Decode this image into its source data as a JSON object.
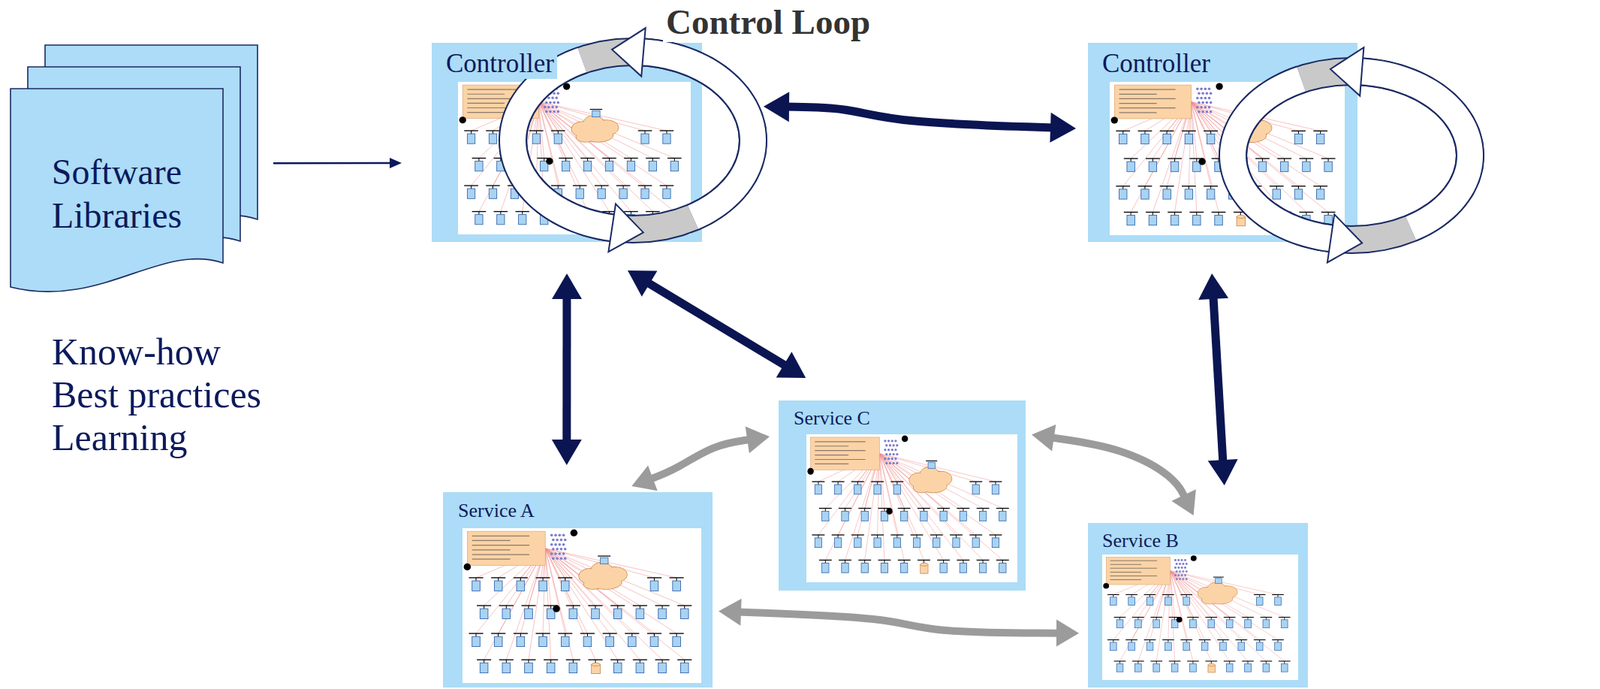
{
  "diagram": {
    "nodes": [
      {
        "text": [
          "Software Libraries"
        ]
      },
      {
        "text": [
          "Controller"
        ]
      },
      {
        "text": [
          "Controller"
        ]
      },
      {
        "text": [
          "Service C"
        ]
      },
      {
        "text": [
          "Service A"
        ]
      },
      {
        "text": [
          "Service B"
        ]
      }
    ],
    "edges": [
      {
        "from": 0,
        "to": 1,
        "arrow": "to"
      },
      {
        "from": 1,
        "to": 2,
        "arrow": "both"
      },
      {
        "from": 1,
        "to": 4,
        "arrow": "both"
      },
      {
        "from": 1,
        "to": 3,
        "arrow": "both"
      },
      {
        "from": 2,
        "to": 5,
        "arrow": "both"
      },
      {
        "from": 4,
        "to": 3,
        "arrow": "both"
      },
      {
        "from": 3,
        "to": 5,
        "arrow": "both"
      },
      {
        "from": 4,
        "to": 5,
        "arrow": "both"
      }
    ],
    "labels": [
      "Control Loop",
      "Control Loop",
      "Know-how",
      "Best practices",
      "Learning"
    ]
  }
}
